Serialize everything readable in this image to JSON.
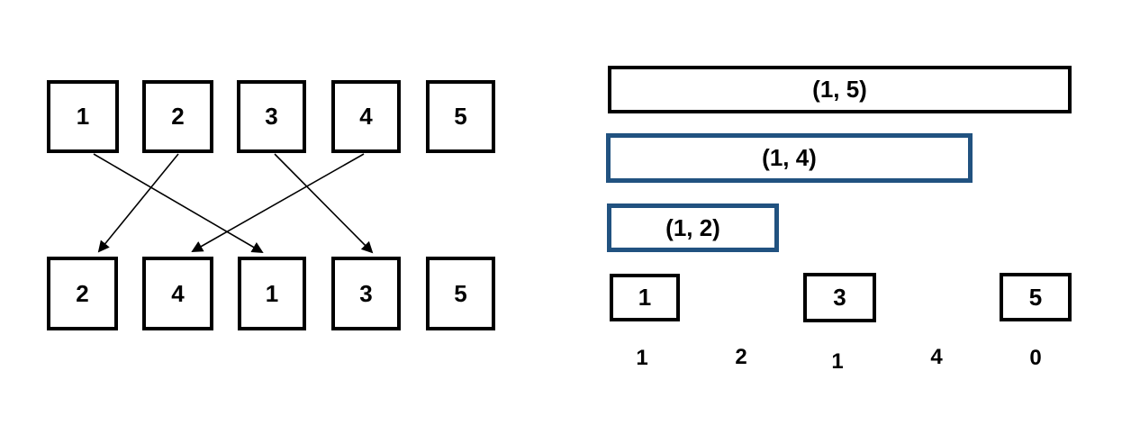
{
  "left_diagram": {
    "description": "permutation-mapping",
    "top_row": [
      "1",
      "2",
      "3",
      "4",
      "5"
    ],
    "bottom_row": [
      "2",
      "4",
      "1",
      "3",
      "5"
    ],
    "arrows": [
      {
        "from_top_index": 1,
        "to_bottom_index": 3
      },
      {
        "from_top_index": 2,
        "to_bottom_index": 1
      },
      {
        "from_top_index": 3,
        "to_bottom_index": 4
      },
      {
        "from_top_index": 4,
        "to_bottom_index": 2
      }
    ]
  },
  "right_diagram": {
    "description": "interval-decomposition",
    "bars": [
      {
        "label": "(1, 5)",
        "color": "#000000"
      },
      {
        "label": "(1, 4)",
        "color": "#215280"
      },
      {
        "label": "(1, 2)",
        "color": "#215280"
      }
    ],
    "leaf_boxes": [
      "1",
      "3",
      "5"
    ],
    "bottom_values": [
      "1",
      "2",
      "1",
      "4",
      "0"
    ]
  },
  "colors": {
    "outline_black": "#000000",
    "bar_blue": "#215280",
    "background": "#FFFFFF",
    "arrow": "#000000"
  }
}
